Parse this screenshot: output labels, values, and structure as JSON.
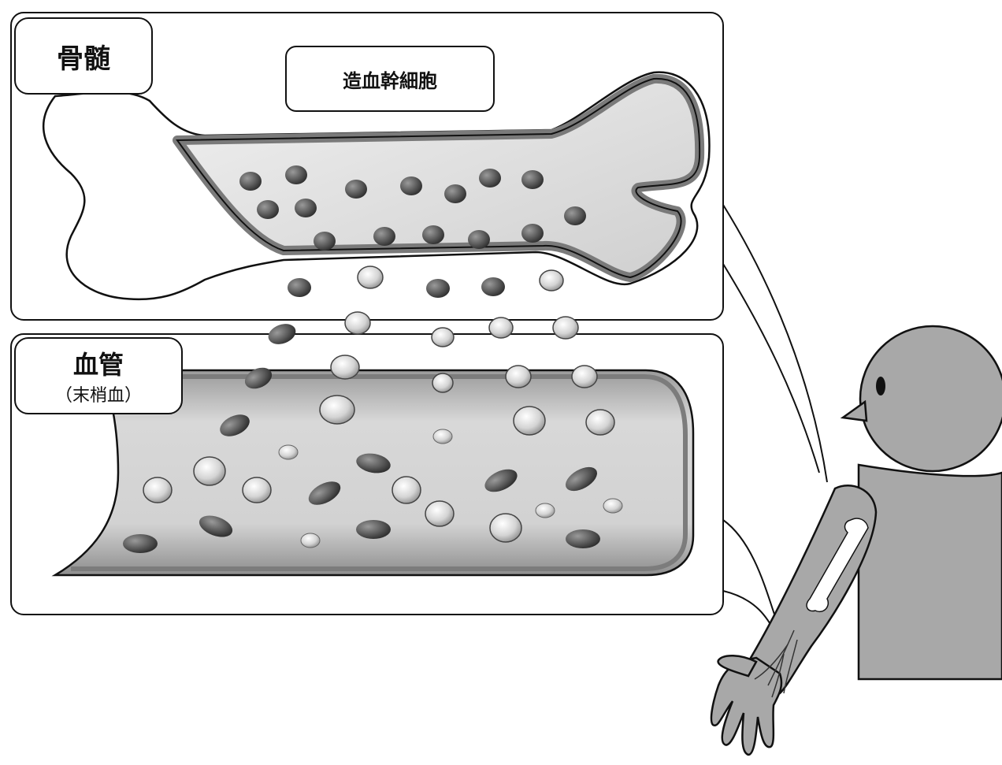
{
  "labels": {
    "bone_marrow": "骨髄",
    "stem_cell": "造血幹細胞",
    "vessel": "血管",
    "vessel_sub": "（末梢血）"
  },
  "colors": {
    "outline": "#111111",
    "bone_fill": "#ffffff",
    "marrow_wall": "#8a8a8a",
    "marrow_inner": "#dcdcdc",
    "vessel_inner": "#c9c9c9",
    "cell_dark": "#5a5a5a",
    "cell_light": "#cfcfcf",
    "person": "#a9a9a9"
  }
}
